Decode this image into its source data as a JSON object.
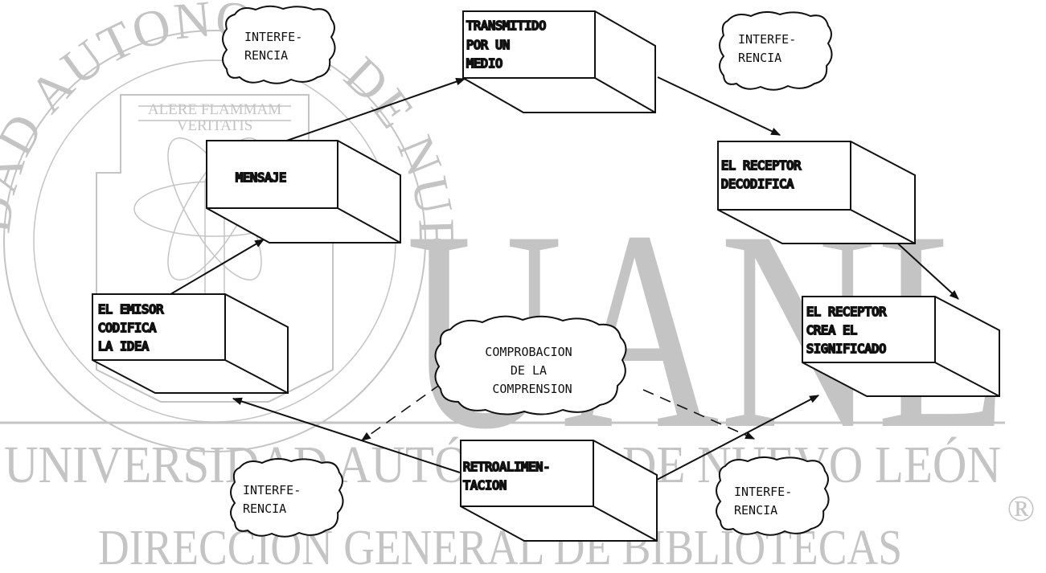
{
  "watermark": {
    "seal_ring_text": "UNIVERSIDAD AUTONOMA DE NUEVO LEON",
    "seal_motto_line1": "ALERE FLAMMAM",
    "seal_motto_line2": "VERITATIS",
    "big_letters": "UANL",
    "university_name": "UNIVERSIDAD AUTÓNOMA DE NUEVO LEÓN",
    "registered_mark": "®",
    "directorate": "DIRECCIÓN GENERAL DE BIBLIOTECAS",
    "color": "#c4c4c4"
  },
  "diagram": {
    "line_color": "#111111",
    "boxes": {
      "emisor": [
        "EL EMISOR",
        "CODIFICA",
        "LA IDEA"
      ],
      "mensaje": [
        "MENSAJE"
      ],
      "transmitido": [
        "TRANSMITIDO",
        "POR UN",
        "MEDIO"
      ],
      "decodifica": [
        "EL RECEPTOR",
        "DECODIFICA"
      ],
      "significado": [
        "EL RECEPTOR",
        "CREA EL",
        "SIGNIFICADO"
      ],
      "retro": [
        "RETROALIMEN-",
        "TACION"
      ]
    },
    "clouds": {
      "interf_top_left": [
        "INTERFE-",
        "RENCIA"
      ],
      "interf_top_right": [
        "INTERFE-",
        "RENCIA"
      ],
      "interf_bottom_left": [
        "INTERFE-",
        "RENCIA"
      ],
      "interf_bottom_right": [
        "INTERFE-",
        "RENCIA"
      ],
      "comprobacion": [
        "COMPROBACION",
        "DE LA",
        "COMPRENSION"
      ]
    }
  }
}
